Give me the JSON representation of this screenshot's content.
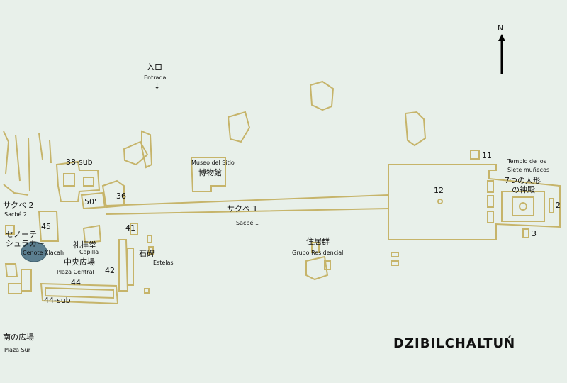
{
  "map": {
    "title": "DZIBILCHALTUŃ",
    "north": "N",
    "colors": {
      "background": "#e8f0ea",
      "structure": "#c6b46a",
      "cenote": "#5c7f90",
      "text": "#111111"
    }
  },
  "labels": {
    "entrance_jp": "入口",
    "entrance_es": "Entrada",
    "entrance_arrow": "↓",
    "museum_es": "Museo del Sitio",
    "museum_jp": "博物館",
    "templo_es_1": "Templo de los",
    "templo_es_2": "Siete muñecos",
    "templo_jp": "7つの人形",
    "templo_jp2": "の神殿",
    "sacbe1_jp": "サクベ 1",
    "sacbe1_es": "Sacbé 1",
    "sacbe2_jp": "サクベ 2",
    "sacbe2_es": "Sacbé 2",
    "cenote_jp_1": "セノーテ",
    "cenote_jp_2": "シュラカー",
    "cenote_es": "Cenote Xlacah",
    "capilla_jp": "礼拝堂",
    "capilla_es": "Capilla",
    "plaza_central_jp": "中央広場",
    "plaza_central_es": "Plaza Central",
    "estelas_jp": "石碑",
    "estelas_es": "Estelas",
    "grupo_jp": "住居群",
    "grupo_es": "Grupo Residencial",
    "plaza_sur_jp": "南の広場",
    "plaza_sur_es": "Plaza Sur"
  },
  "structure_numbers": {
    "s38sub": "38-sub",
    "s50": "50'",
    "s36": "36",
    "s45": "45",
    "s41": "41",
    "s42": "42",
    "s44": "44",
    "s44sub": "44-sub",
    "s11": "11",
    "s12": "12",
    "s2": "2",
    "s3": "3"
  }
}
